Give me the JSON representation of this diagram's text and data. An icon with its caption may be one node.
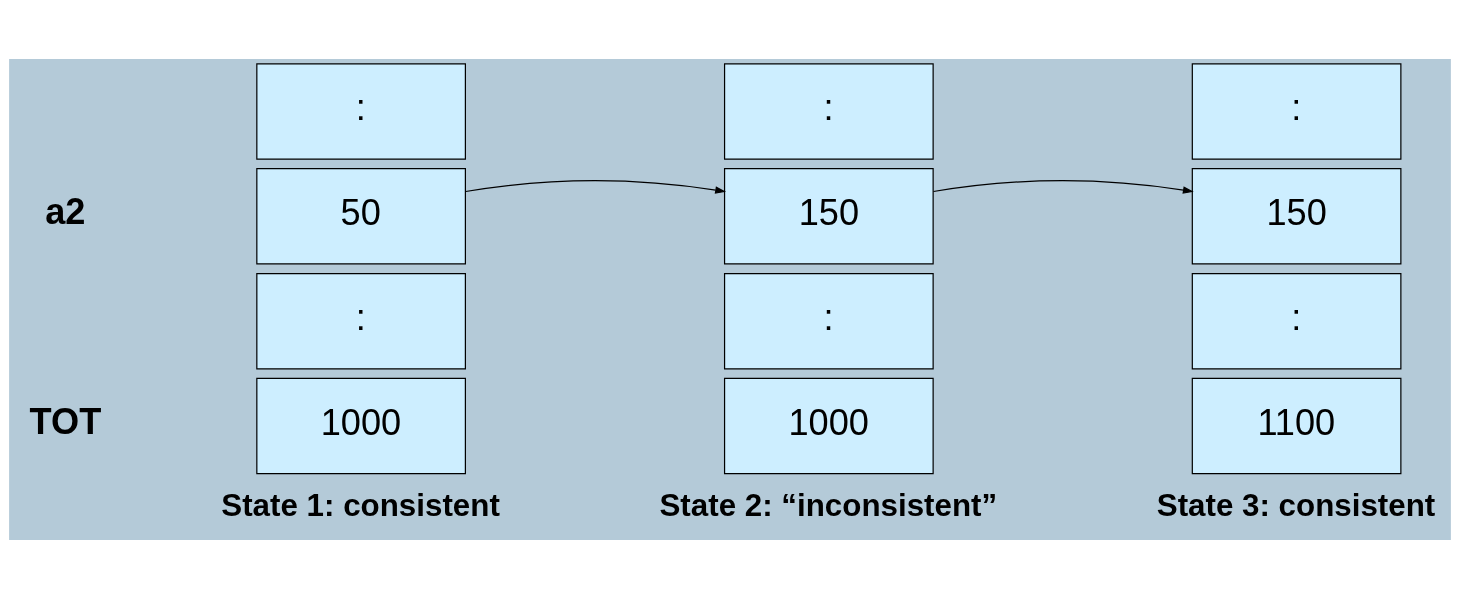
{
  "diagram": {
    "nodes": [
      {
        "text": [
          ":"
        ]
      },
      {
        "text": [
          "50"
        ]
      },
      {
        "text": [
          ":"
        ]
      },
      {
        "text": [
          "1000"
        ],
        "beside": [
          "State 1: consistent"
        ]
      },
      {
        "text": [
          ":"
        ]
      },
      {
        "text": [
          "150"
        ]
      },
      {
        "text": [
          ":"
        ]
      },
      {
        "text": [
          "1000"
        ],
        "beside": [
          "State 2: “inconsistent”"
        ]
      },
      {
        "text": [
          ":"
        ]
      },
      {
        "text": [
          "150"
        ]
      },
      {
        "text": [
          ":"
        ]
      },
      {
        "text": [
          "1100"
        ],
        "beside": [
          "State 3: consistent"
        ]
      }
    ],
    "edges": [
      {
        "from": 1,
        "to": 5,
        "arrow": "to"
      },
      {
        "from": 5,
        "to": 9,
        "arrow": "to"
      }
    ],
    "labels": [
      "a2",
      "TOT"
    ]
  }
}
